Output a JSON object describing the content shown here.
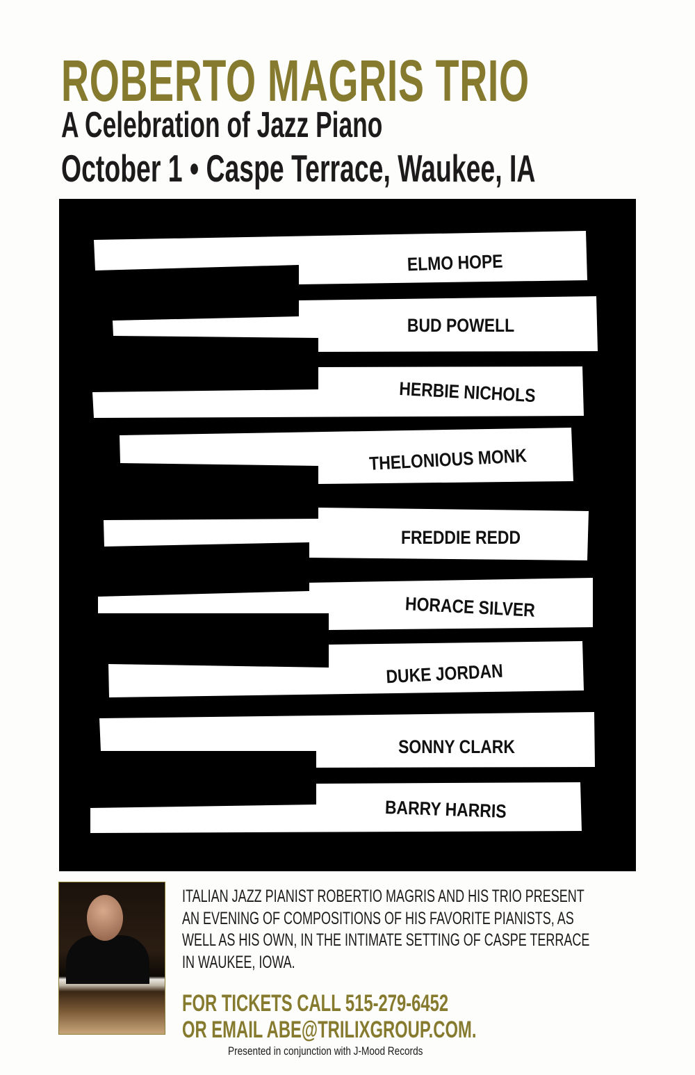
{
  "header": {
    "title": "ROBERTO MAGRIS TRIO",
    "subtitle": "A Celebration of Jazz Piano",
    "date_venue": "October 1 • Caspe Terrace, Waukee, IA"
  },
  "pianists": [
    "ELMO HOPE",
    "BUD POWELL",
    "HERBIE NICHOLS",
    "THELONIOUS MONK",
    "FREDDIE REDD",
    "HORACE SILVER",
    "DUKE JORDAN",
    "SONNY CLARK",
    "BARRY HARRIS"
  ],
  "description": [
    "ITALIAN JAZZ PIANIST ROBERTIO MAGRIS AND HIS TRIO PRESENT",
    "AN EVENING OF COMPOSITIONS OF HIS FAVORITE PIANISTS, AS",
    "WELL AS HIS OWN, IN THE INTIMATE SETTING OF CASPE TERRACE",
    "IN WAUKEE, IOWA."
  ],
  "tickets": [
    "FOR TICKETS CALL 515-279-6452",
    "OR EMAIL ABE@TRILIXGROUP.COM."
  ],
  "presented": "Presented in conjunction with J-Mood Records",
  "colors": {
    "gold": "#857a2e",
    "text": "#1c1a1a",
    "board": "#000000"
  }
}
